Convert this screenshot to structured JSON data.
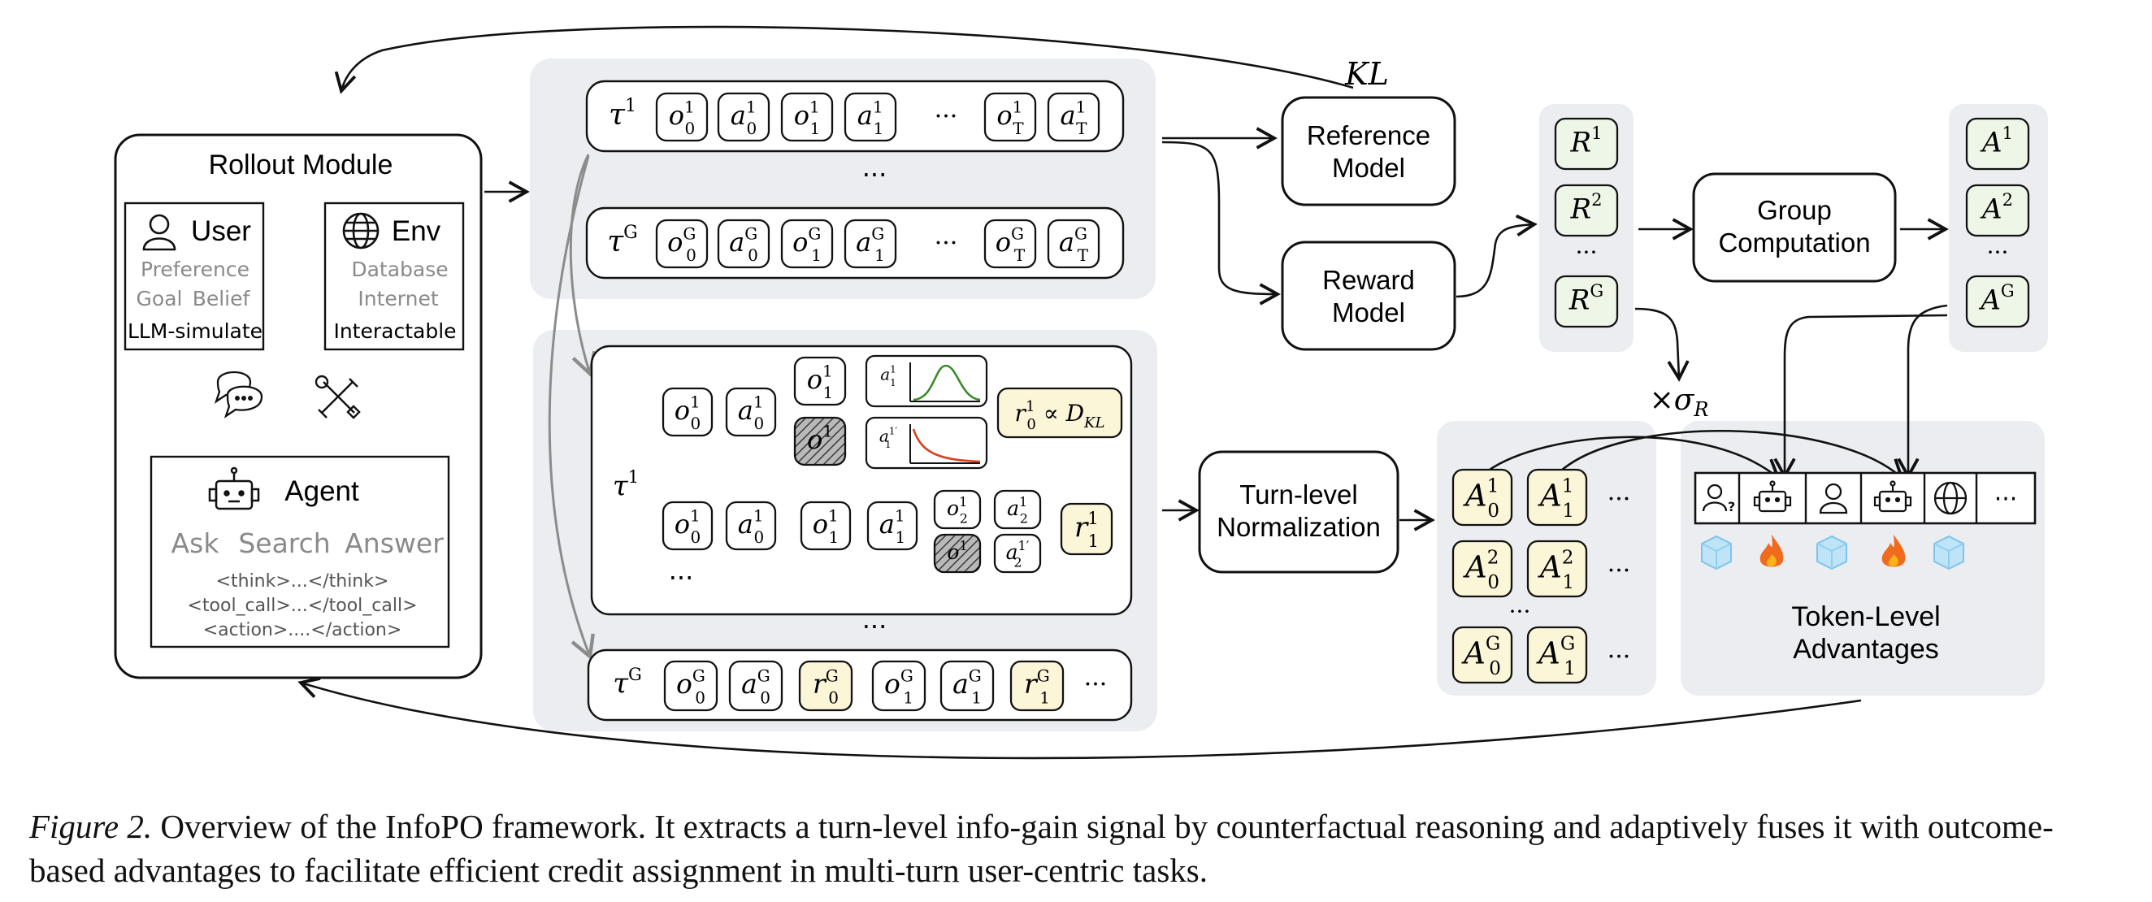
{
  "rollout": {
    "title": "Rollout Module",
    "user": {
      "title": "User",
      "attrs": [
        "Preference",
        "Goal",
        "Belief"
      ],
      "sim": "LLM-simulate"
    },
    "env": {
      "title": "Env",
      "attrs": [
        "Database",
        "Internet"
      ],
      "sim": "Interactable"
    },
    "agent": {
      "title": "Agent",
      "actions": [
        "Ask",
        "Search",
        "Answer"
      ],
      "tags": [
        "<think>...</think>",
        "<tool_call>...</tool_call>",
        "<action>....</action>"
      ]
    }
  },
  "math": {
    "tau": "τ",
    "o": "o",
    "a": "a",
    "r": "r",
    "A": "A",
    "R": "R",
    "s1": "1",
    "sG": "G",
    "s0": "0",
    "sT": "T",
    "s2": "2",
    "s1p": "1′",
    "dots": "···",
    "prop": "∝",
    "D": "D",
    "KLsub": "KL",
    "times": "×",
    "sigma": "σ",
    "Rsub": "R"
  },
  "models": {
    "kl": "KL",
    "reference": [
      "Reference",
      "Model"
    ],
    "reward": [
      "Reward",
      "Model"
    ],
    "group": [
      "Group",
      "Computation"
    ],
    "turn_norm": [
      "Turn-level",
      "Normalization"
    ]
  },
  "token_level": [
    "Token-Level",
    "Advantages"
  ],
  "caption": {
    "label": "Figure 2.",
    "text": "Overview of the InfoPO framework. It extracts a turn-level info-gain signal by counterfactual reasoning and adaptively fuses it with outcome-based advantages to facilitate efficient credit assignment in multi-turn user-centric tasks."
  },
  "colors": {
    "panel": "#ebedf0",
    "yellow": "#fbf6d8",
    "green": "#eef6e8",
    "ice": "#bfe3f7",
    "fire": "#f06a1f"
  }
}
